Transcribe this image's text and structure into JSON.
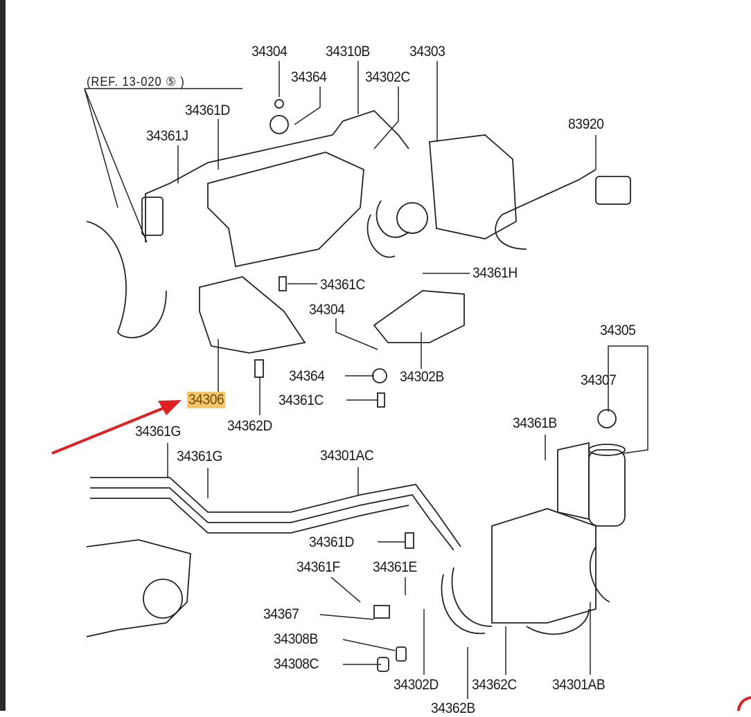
{
  "reference": "(REF. 13-020 ⑤ )",
  "highlight_color": "#f5c66a",
  "arrow_color": "#e02020",
  "highlighted_part": "34306",
  "labels": [
    "34304",
    "34310B",
    "34303",
    "34364",
    "34302C",
    "34361D",
    "34361J",
    "83920",
    "34361H",
    "34361C",
    "34304",
    "34305",
    "34364",
    "34302B",
    "34307",
    "34306",
    "34361C",
    "34362D",
    "34361G",
    "34361B",
    "34361G",
    "34301AC",
    "34361D",
    "34361F",
    "34361E",
    "34367",
    "34308B",
    "34308C",
    "34302D",
    "34362C",
    "34301AB",
    "34362B"
  ]
}
